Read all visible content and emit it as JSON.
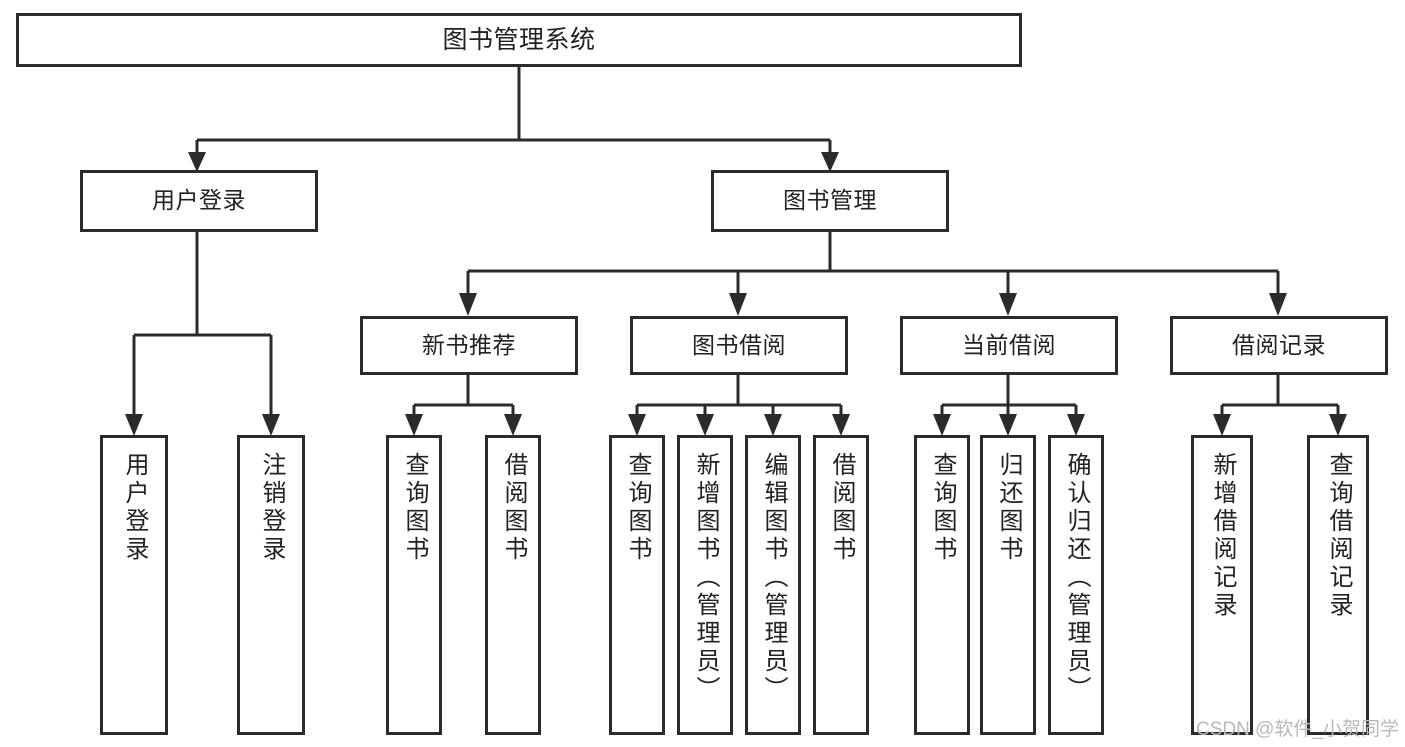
{
  "diagram": {
    "type": "tree-hierarchy-chart",
    "title": "图书管理系统",
    "watermark": "CSDN @软件_小贺同学",
    "colors": {
      "stroke": "#2b2b2b",
      "fill": "#ffffff",
      "text": "#222222",
      "watermark": "#b9b9b9",
      "background": "#ffffff"
    },
    "levels": {
      "root": "图书管理系统",
      "level2": [
        "用户登录",
        "图书管理"
      ],
      "level3": [
        "新书推荐",
        "图书借阅",
        "当前借阅",
        "借阅记录"
      ],
      "leaves": [
        "用户登录",
        "注销登录",
        "查询图书",
        "借阅图书",
        "查询图书",
        "新增图书（管理员）",
        "编辑图书（管理员）",
        "借阅图书",
        "查询图书",
        "归还图书",
        "确认归还（管理员）",
        "新增借阅记录",
        "查询借阅记录"
      ]
    },
    "nodes": {
      "root": {
        "label": "图书管理系统"
      },
      "user_login": {
        "label": "用户登录"
      },
      "book_mgmt": {
        "label": "图书管理"
      },
      "new_book_rec": {
        "label": "新书推荐"
      },
      "book_borrow": {
        "label": "图书借阅"
      },
      "current_borrow": {
        "label": "当前借阅"
      },
      "borrow_record": {
        "label": "借阅记录"
      },
      "leaf_user_login": {
        "label": "用户登录"
      },
      "leaf_logout": {
        "label": "注销登录"
      },
      "leaf_query_book_a": {
        "label": "查询图书"
      },
      "leaf_borrow_book_a": {
        "label": "借阅图书"
      },
      "leaf_query_book_b": {
        "label": "查询图书"
      },
      "leaf_add_book": {
        "label": "新增图书（管理员）"
      },
      "leaf_edit_book": {
        "label": "编辑图书（管理员）"
      },
      "leaf_borrow_book_b": {
        "label": "借阅图书"
      },
      "leaf_query_book_c": {
        "label": "查询图书"
      },
      "leaf_return_book": {
        "label": "归还图书"
      },
      "leaf_confirm_return": {
        "label": "确认归还（管理员）"
      },
      "leaf_add_record": {
        "label": "新增借阅记录"
      },
      "leaf_query_record": {
        "label": "查询借阅记录"
      }
    },
    "edges": [
      {
        "from": "图书管理系统",
        "to": "用户登录"
      },
      {
        "from": "图书管理系统",
        "to": "图书管理"
      },
      {
        "from": "用户登录",
        "to": "用户登录"
      },
      {
        "from": "用户登录",
        "to": "注销登录"
      },
      {
        "from": "图书管理",
        "to": "新书推荐"
      },
      {
        "from": "图书管理",
        "to": "图书借阅"
      },
      {
        "from": "图书管理",
        "to": "当前借阅"
      },
      {
        "from": "图书管理",
        "to": "借阅记录"
      },
      {
        "from": "新书推荐",
        "to": "查询图书"
      },
      {
        "from": "新书推荐",
        "to": "借阅图书"
      },
      {
        "from": "图书借阅",
        "to": "查询图书"
      },
      {
        "from": "图书借阅",
        "to": "新增图书（管理员）"
      },
      {
        "from": "图书借阅",
        "to": "编辑图书（管理员）"
      },
      {
        "from": "图书借阅",
        "to": "借阅图书"
      },
      {
        "from": "当前借阅",
        "to": "查询图书"
      },
      {
        "from": "当前借阅",
        "to": "归还图书"
      },
      {
        "from": "当前借阅",
        "to": "确认归还（管理员）"
      },
      {
        "from": "借阅记录",
        "to": "新增借阅记录"
      },
      {
        "from": "借阅记录",
        "to": "查询借阅记录"
      }
    ]
  }
}
